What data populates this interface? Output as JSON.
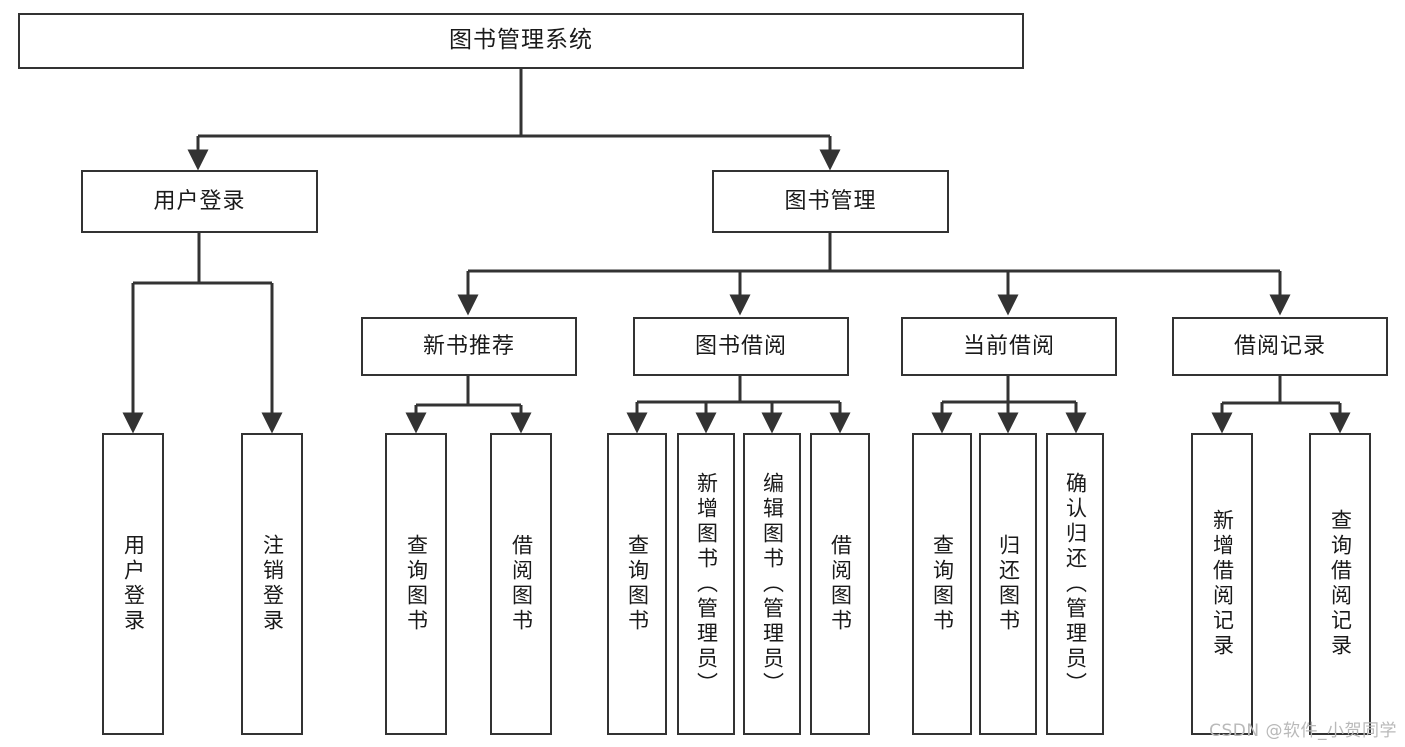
{
  "diagram": {
    "title": "图书管理系统",
    "type": "tree-hierarchy-chart",
    "root": {
      "label": "图书管理系统"
    },
    "level2": [
      {
        "label": "用户登录"
      },
      {
        "label": "图书管理"
      }
    ],
    "level3": [
      {
        "label": "新书推荐"
      },
      {
        "label": "图书借阅"
      },
      {
        "label": "当前借阅"
      },
      {
        "label": "借阅记录"
      }
    ],
    "leaves": {
      "user_login": [
        {
          "label": "用户登录"
        },
        {
          "label": "注销登录"
        }
      ],
      "new_book": [
        {
          "label": "查询图书"
        },
        {
          "label": "借阅图书"
        }
      ],
      "book_borrow": [
        {
          "label": "查询图书"
        },
        {
          "label": "新增图书（管理员）"
        },
        {
          "label": "编辑图书（管理员）"
        },
        {
          "label": "借阅图书"
        }
      ],
      "current_borrow": [
        {
          "label": "查询图书"
        },
        {
          "label": "归还图书"
        },
        {
          "label": "确认归还（管理员）"
        }
      ],
      "borrow_record": [
        {
          "label": "新增借阅记录"
        },
        {
          "label": "查询借阅记录"
        }
      ]
    }
  },
  "watermark": {
    "text": "CSDN @软件_小贺同学"
  },
  "colors": {
    "border": "#333333",
    "connector": "#333333",
    "background": "#ffffff",
    "text": "#1a1a1a",
    "watermark": "#b9b9b9"
  }
}
